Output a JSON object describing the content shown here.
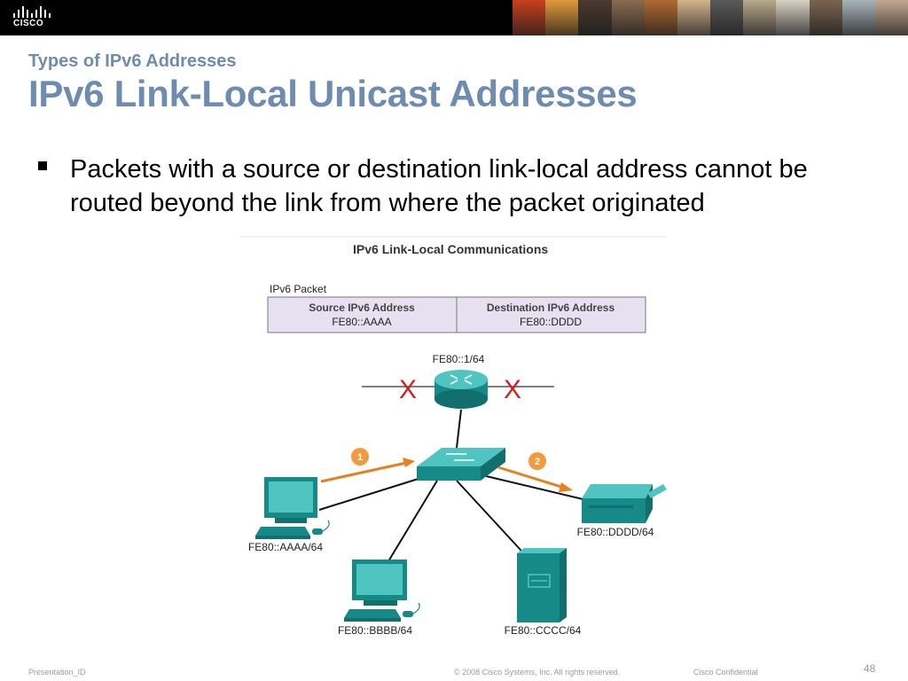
{
  "header": {
    "logo_text": "CISCO",
    "photo_colors": [
      "#c8411c",
      "#e09a3a",
      "#4a3a30",
      "#8a6a50",
      "#b06a30",
      "#d4b48a",
      "#5a5a5a",
      "#b8a88a",
      "#d8d0c4",
      "#7a6450",
      "#a8b4bc",
      "#c4a890"
    ]
  },
  "slide": {
    "subtitle": "Types of IPv6 Addresses",
    "title": "IPv6 Link-Local Unicast Addresses",
    "bullet": "Packets with a source or destination link-local address cannot be routed beyond the link from where the packet originated"
  },
  "diagram": {
    "heading": "IPv6 Link-Local Communications",
    "packet_label": "IPv6 Packet",
    "packet_table": {
      "source_header": "Source IPv6 Address",
      "source_value": "FE80::AAAA",
      "destination_header": "Destination IPv6 Address",
      "destination_value": "FE80::DDDD"
    },
    "router_label": "FE80::1/64",
    "blocked_marks": [
      "X",
      "X"
    ],
    "step_numbers": [
      "1",
      "2"
    ],
    "hosts": {
      "pc_a": "FE80::AAAA/64",
      "pc_b": "FE80::BBBB/64",
      "server_c": "FE80::CCCC/64",
      "printer_d": "FE80::DDDD/64"
    },
    "colors": {
      "device_teal": "#1a8c88",
      "device_light": "#4fc4c0",
      "arrow_orange": "#e8801e",
      "x_red": "#d42020",
      "table_fill": "#e6e0f0"
    }
  },
  "footer": {
    "left": "Presentation_ID",
    "copyright": "© 2008 Cisco Systems, Inc. All rights reserved.",
    "confidential": "Cisco Confidential",
    "page_number": "48"
  }
}
